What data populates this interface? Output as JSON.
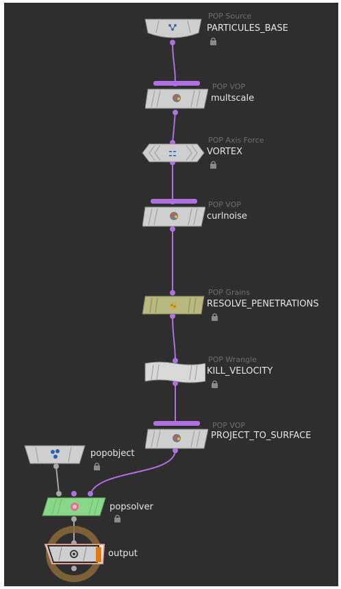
{
  "colors": {
    "wire": "#b070e0",
    "wire_gray": "#a8a8a8",
    "node_body": "#cfcfcf",
    "grains_body": "#b8b880",
    "solver_body": "#88d888",
    "output_ring": "#8a6a3a",
    "output_flag": "#e07a10",
    "background": "#2e2e2e"
  },
  "nodes": [
    {
      "id": "particules_base",
      "type": "POP Source",
      "name": "PARTICULES_BASE",
      "icon": "source-icon",
      "locked": true
    },
    {
      "id": "multscale",
      "type": "POP VOP",
      "name": "multscale",
      "icon": "vop-icon",
      "locked": false
    },
    {
      "id": "vortex",
      "type": "POP Axis Force",
      "name": "VORTEX",
      "icon": "axis-force-icon",
      "locked": true
    },
    {
      "id": "curlnoise",
      "type": "POP VOP",
      "name": "curlnoise",
      "icon": "vop-icon",
      "locked": false
    },
    {
      "id": "resolve_penetrations",
      "type": "POP Grains",
      "name": "RESOLVE_PENETRATIONS",
      "icon": "grains-icon",
      "locked": true
    },
    {
      "id": "kill_velocity",
      "type": "POP Wrangle",
      "name": "KILL_VELOCITY",
      "icon": "wrangle-icon",
      "locked": true
    },
    {
      "id": "project_to_surface",
      "type": "POP VOP",
      "name": "PROJECT_TO_SURFACE",
      "icon": "vop-icon",
      "locked": false
    },
    {
      "id": "popobject",
      "type": "",
      "name": "popobject",
      "icon": "pop-object-icon",
      "locked": true
    },
    {
      "id": "popsolver",
      "type": "",
      "name": "popsolver",
      "icon": "pop-solver-icon",
      "locked": true
    },
    {
      "id": "output",
      "type": "",
      "name": "output",
      "icon": "output-icon",
      "locked": false
    }
  ]
}
